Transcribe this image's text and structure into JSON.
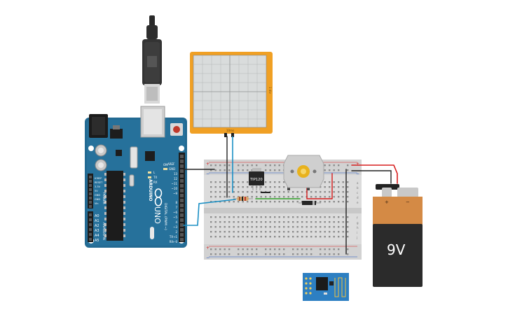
{
  "arduino": {
    "brand": "ARDUINO",
    "model": "UNO",
    "aref": "AREF",
    "gnd": "GND",
    "digital_label": "DIGITAL (PWM ~)",
    "power_label": "POWER",
    "analog_label": "ANALOG IN",
    "tx_label": "TX",
    "rx_label": "RX",
    "l_label": "L",
    "on_label": "ON",
    "digital_pins": [
      "13",
      "12",
      "~11",
      "~10",
      "~9",
      "8",
      "7",
      "~6",
      "~5",
      "4",
      "~3",
      "2",
      "TX→1",
      "RX←0"
    ],
    "power_pins": [
      "IOREF",
      "RESET",
      "3.3V",
      "5V",
      "GND",
      "GND",
      "Vin"
    ],
    "analog_pins": [
      "A0",
      "A1",
      "A2",
      "A3",
      "A4",
      "A5"
    ]
  },
  "oscilloscope": {
    "side_label": "1 div",
    "bottom_label": "10ms"
  },
  "transistor": {
    "label": "TIP120"
  },
  "battery": {
    "label": "9V",
    "plus": "+",
    "minus": "−"
  },
  "breadboard": {
    "rows": [
      "a",
      "b",
      "c",
      "d",
      "e",
      "f",
      "g",
      "h",
      "i",
      "j"
    ],
    "rail_plus": "+",
    "rail_minus": "−"
  },
  "colors": {
    "arduino": "#236a92",
    "scope": "#f0a024",
    "wire_blue": "#1a8fc4",
    "wire_red": "#d71e1e",
    "wire_black": "#222222",
    "wire_green": "#32a02a",
    "battery_top": "#d48a45",
    "battery_body": "#2b2b2b"
  }
}
